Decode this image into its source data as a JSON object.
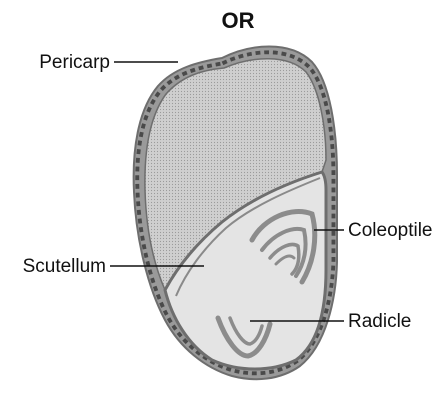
{
  "heading": "OR",
  "labels": {
    "pericarp": "Pericarp",
    "scutellum": "Scutellum",
    "coleoptile": "Coleoptile",
    "radicle": "Radicle"
  },
  "colors": {
    "endosperm_fill": "#cfcfcf",
    "endosperm_dots": "#9a9a9a",
    "embryo_fill": "#e4e4e4",
    "outline": "#6e6e6e",
    "pericarp_dash": "#4a4a4a",
    "leader_line": "#111111"
  }
}
